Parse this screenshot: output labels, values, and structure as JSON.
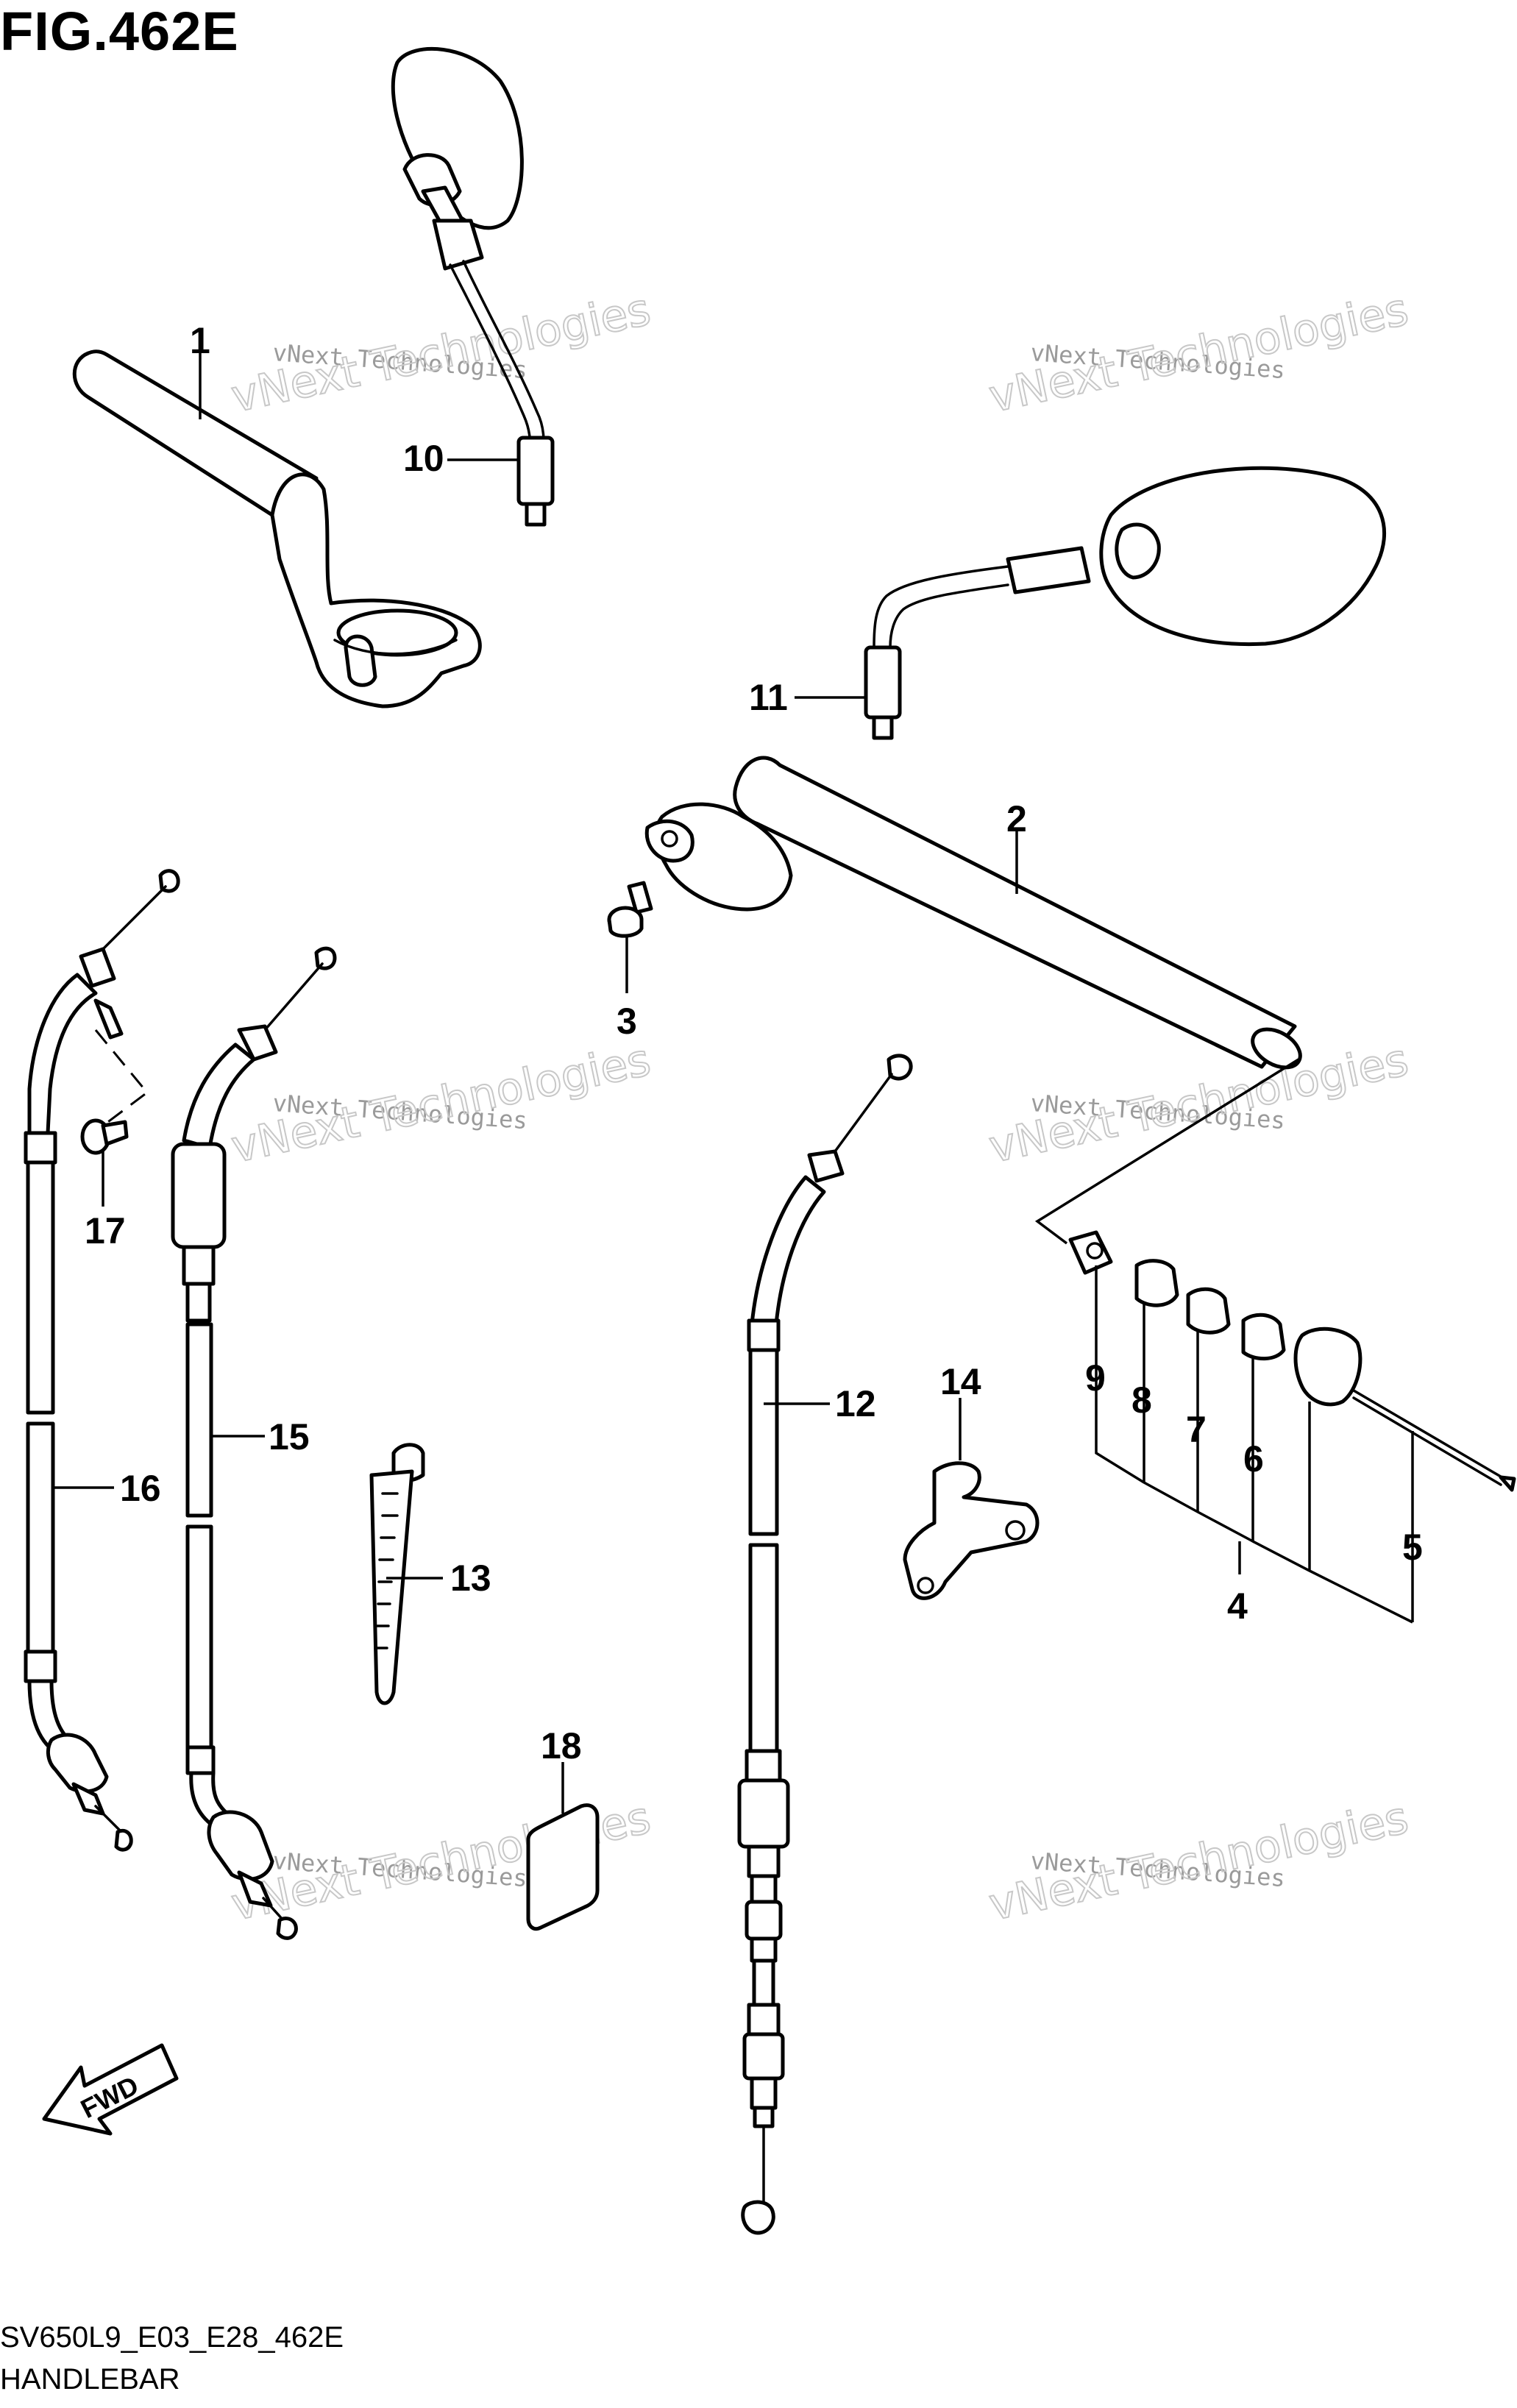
{
  "figure": {
    "title": "FIG.462E",
    "code": "SV650L9_E03_E28_462E",
    "name": "HANDLEBAR"
  },
  "fwd_label": "FWD",
  "watermarks": [
    {
      "small": "vNext Technologies",
      "big": "vNext Technologies"
    },
    {
      "small": "vNext Technologies",
      "big": "vNext Technologies"
    },
    {
      "small": "vNext Technologies",
      "big": "vNext Technologies"
    },
    {
      "small": "vNext Technologies",
      "big": "vNext Technologies"
    },
    {
      "small": "vNext Technologies",
      "big": "vNext Technologies"
    },
    {
      "small": "vNext Technologies",
      "big": "vNext Technologies"
    }
  ],
  "callouts": [
    "1",
    "2",
    "3",
    "4",
    "5",
    "6",
    "7",
    "8",
    "9",
    "10",
    "11",
    "12",
    "13",
    "14",
    "15",
    "16",
    "17",
    "18"
  ]
}
